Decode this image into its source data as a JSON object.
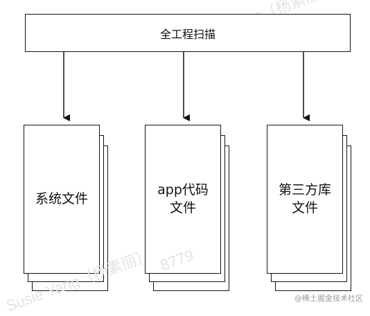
{
  "top_box": {
    "label": "全工程扫描"
  },
  "stacks": [
    {
      "lines": [
        "系统文件"
      ]
    },
    {
      "lines": [
        "app代码",
        "文件"
      ]
    },
    {
      "lines": [
        "第三方库",
        "文件"
      ]
    }
  ],
  "watermarks": {
    "top": "Susie Yang（杨素丽）",
    "bottom_left": "Susie Yang（杨素丽）",
    "bottom_mid": "8779"
  },
  "footer": "@稀土掘金技术社区"
}
